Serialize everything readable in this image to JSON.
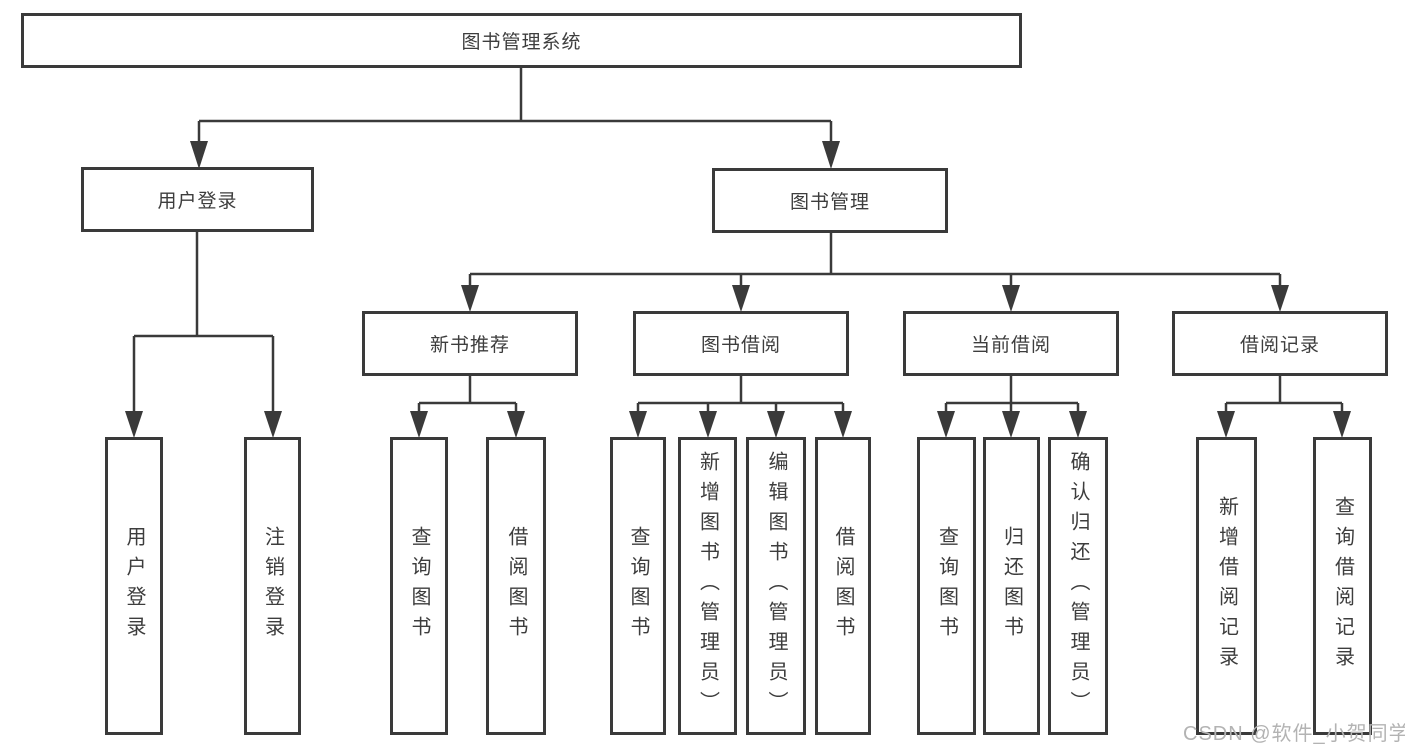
{
  "diagram": {
    "root": {
      "label": "图书管理系统"
    },
    "level2": [
      {
        "label": "用户登录"
      },
      {
        "label": "图书管理"
      }
    ],
    "level3": [
      {
        "label": "新书推荐"
      },
      {
        "label": "图书借阅"
      },
      {
        "label": "当前借阅"
      },
      {
        "label": "借阅记录"
      }
    ],
    "leaves": [
      {
        "label": "用户登录"
      },
      {
        "label": "注销登录"
      },
      {
        "label": "查询图书"
      },
      {
        "label": "借阅图书"
      },
      {
        "label": "查询图书"
      },
      {
        "label": "新增图书（管理员）"
      },
      {
        "label": "编辑图书（管理员）"
      },
      {
        "label": "借阅图书"
      },
      {
        "label": "查询图书"
      },
      {
        "label": "归还图书"
      },
      {
        "label": "确认归还（管理员）"
      },
      {
        "label": "新增借阅记录"
      },
      {
        "label": "查询借阅记录"
      }
    ]
  },
  "watermark": {
    "text": "CSDN @软件_小贺同学"
  },
  "colors": {
    "line": "#3a3a3a",
    "text": "#3d3d3d",
    "watermark": "#b3b3b3",
    "background": "#ffffff"
  }
}
